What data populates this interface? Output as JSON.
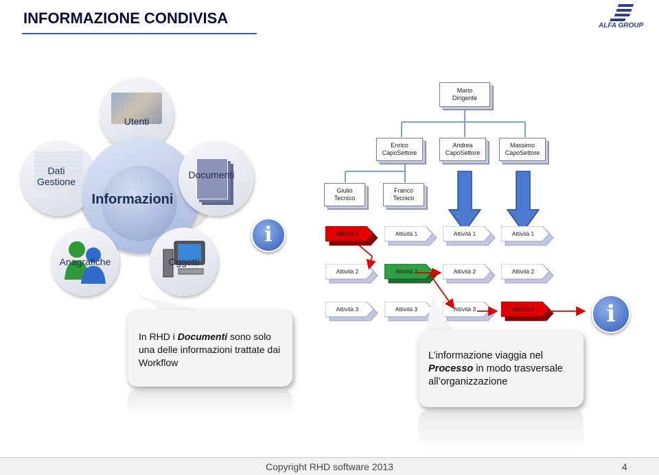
{
  "header": {
    "title": "INFORMAZIONE CONDIVISA",
    "logo_text": "ALFA GROUP"
  },
  "circle_diagram": {
    "center_label": "Informazioni",
    "nodes": [
      {
        "key": "utenti",
        "label": "Utenti"
      },
      {
        "key": "dati_gestione",
        "label": "Dati\nGestione"
      },
      {
        "key": "documenti",
        "label": "Documenti"
      },
      {
        "key": "anagrafiche",
        "label": "Anagrafiche"
      },
      {
        "key": "oggetti",
        "label": "Oggetti"
      }
    ]
  },
  "org_chart": {
    "top": {
      "name": "Mario",
      "role": "Dirigente"
    },
    "capi": [
      {
        "name": "Enrico",
        "role": "CapoSettore"
      },
      {
        "name": "Andrea",
        "role": "CapoSettore"
      },
      {
        "name": "Massimo",
        "role": "CapoSettore"
      }
    ],
    "tecnici": [
      {
        "name": "Giulio",
        "role": "Tecnico"
      },
      {
        "name": "Franco",
        "role": "Tecnico"
      }
    ]
  },
  "activities": {
    "row1": [
      "Attività 1",
      "Attività 1",
      "Attività 1",
      "Attività 1"
    ],
    "row2": [
      "Attività 2",
      "Attività 2",
      "Attività 2",
      "Attività 2"
    ],
    "row3": [
      "Attività 3",
      "Attività 3",
      "Attività 3",
      "Attività 3"
    ]
  },
  "callouts": {
    "left": {
      "t1": "In RHD i ",
      "t2": "Documenti",
      "t3": " sono solo una delle informazioni trattate dai Workflow"
    },
    "right": {
      "t1": "L’informazione viaggia nel ",
      "t2": "Processo",
      "t3": " in modo trasversale all’organizzazione"
    }
  },
  "colors": {
    "title": "#0b0b3b",
    "accent_red": "#e00000",
    "arrow_blue": "#4a7bd0",
    "connector": "#7a9fd8"
  },
  "footer": {
    "copyright": "Copyright RHD software 2013",
    "page": "4"
  }
}
